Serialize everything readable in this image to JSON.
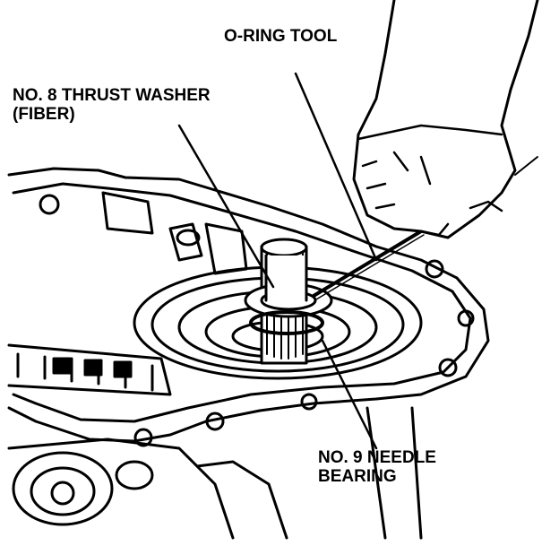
{
  "labels": {
    "o_ring_tool": "O-RING TOOL",
    "thrust_washer_line1": "NO. 8 THRUST WASHER",
    "thrust_washer_line2": "(FIBER)",
    "needle_bearing_line1": "NO. 9 NEEDLE",
    "needle_bearing_line2": "BEARING"
  },
  "colors": {
    "ink": "#000000",
    "paper": "#ffffff"
  }
}
